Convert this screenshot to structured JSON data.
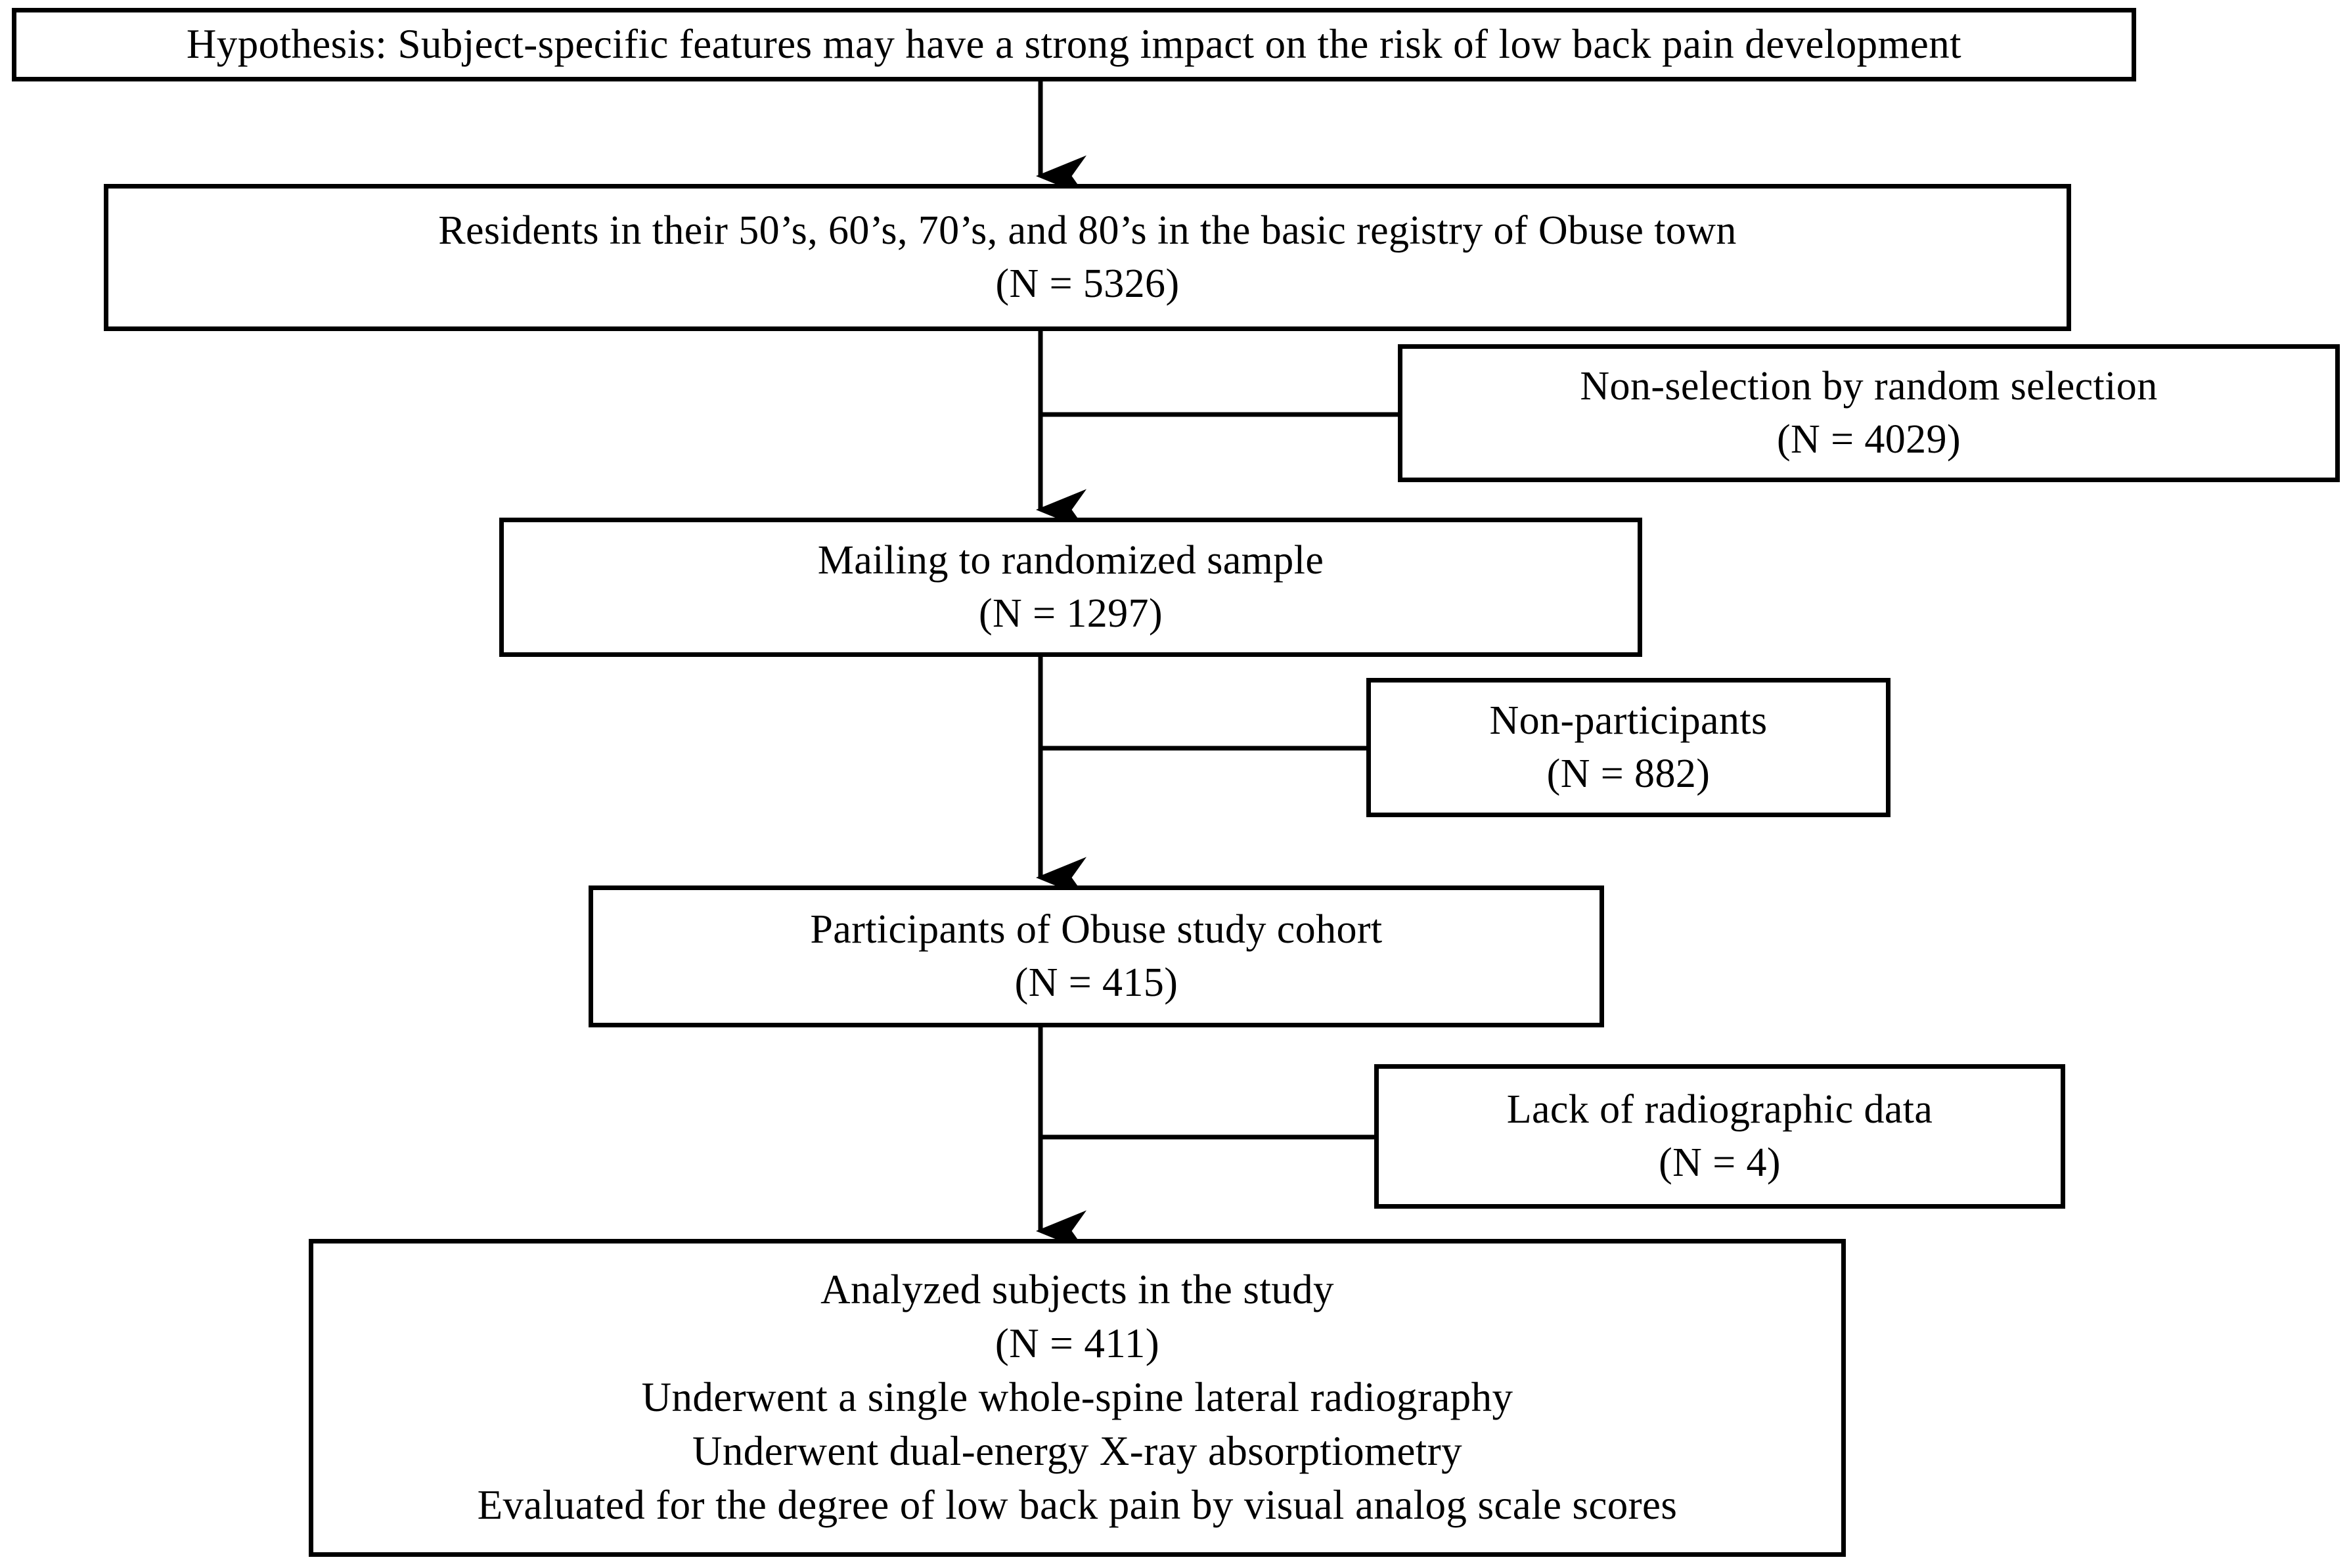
{
  "diagram": {
    "title": "Study participant selection flow",
    "stroke_color": "#000000",
    "background_color": "#ffffff",
    "nodes": {
      "hypothesis": {
        "lines": [
          "Hypothesis: Subject-specific  features may have a strong impact on the risk of low back pain development"
        ]
      },
      "residents": {
        "lines": [
          "Residents in their 50’s, 60’s, 70’s, and 80’s in the basic registry of Obuse town",
          "(N = 5326)"
        ]
      },
      "non_selection": {
        "lines": [
          "Non-selection by random selection",
          "(N = 4029)"
        ]
      },
      "mailing": {
        "lines": [
          "Mailing to randomized  sample",
          "(N = 1297)"
        ]
      },
      "non_participants": {
        "lines": [
          "Non-participants",
          "(N = 882)"
        ]
      },
      "cohort": {
        "lines": [
          "Participants of Obuse study cohort",
          "(N = 415)"
        ]
      },
      "lack_radiographic": {
        "lines": [
          "Lack of radiographic  data",
          "(N = 4)"
        ]
      },
      "analyzed": {
        "lines": [
          "Analyzed subjects in the study",
          "(N = 411)",
          "Underwent a single whole-spine lateral radiography",
          "Underwent dual-energy X-ray absorptiometry",
          "Evaluated for the degree of low back pain by visual analog scale scores"
        ]
      }
    },
    "counts": {
      "residents": 5326,
      "non_selection": 4029,
      "mailing": 1297,
      "non_participants": 882,
      "cohort": 415,
      "lack_radiographic": 4,
      "analyzed": 411
    },
    "connectors": [
      {
        "name": "hypothesis-to-residents",
        "kind": "arrow-down"
      },
      {
        "name": "residents-to-mailing",
        "kind": "arrow-down"
      },
      {
        "name": "residents-to-non-selection",
        "kind": "branch-right"
      },
      {
        "name": "mailing-to-cohort",
        "kind": "arrow-down"
      },
      {
        "name": "mailing-to-non-participants",
        "kind": "branch-right"
      },
      {
        "name": "cohort-to-analyzed",
        "kind": "arrow-down"
      },
      {
        "name": "cohort-to-lack-radiographic",
        "kind": "branch-right"
      }
    ]
  }
}
